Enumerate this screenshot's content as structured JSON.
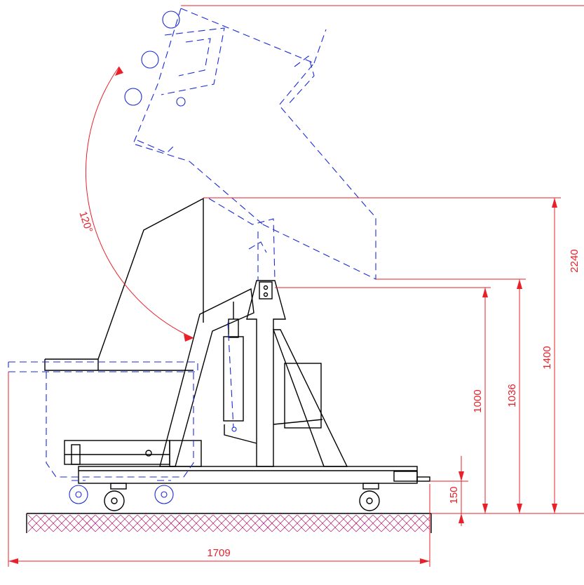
{
  "colors": {
    "machine": "#000000",
    "tilted_outline": "#1a2bd6",
    "dimension": "#e8202a",
    "ground_hatch": "#b0287a",
    "background": "#ffffff"
  },
  "dimensions": {
    "overall_length": "1709",
    "wheel_height": "150",
    "pivot_height": "1000",
    "hinge_height": "1036",
    "discharge_height": "1400",
    "max_height": "2240",
    "tilt_angle": "120°"
  }
}
